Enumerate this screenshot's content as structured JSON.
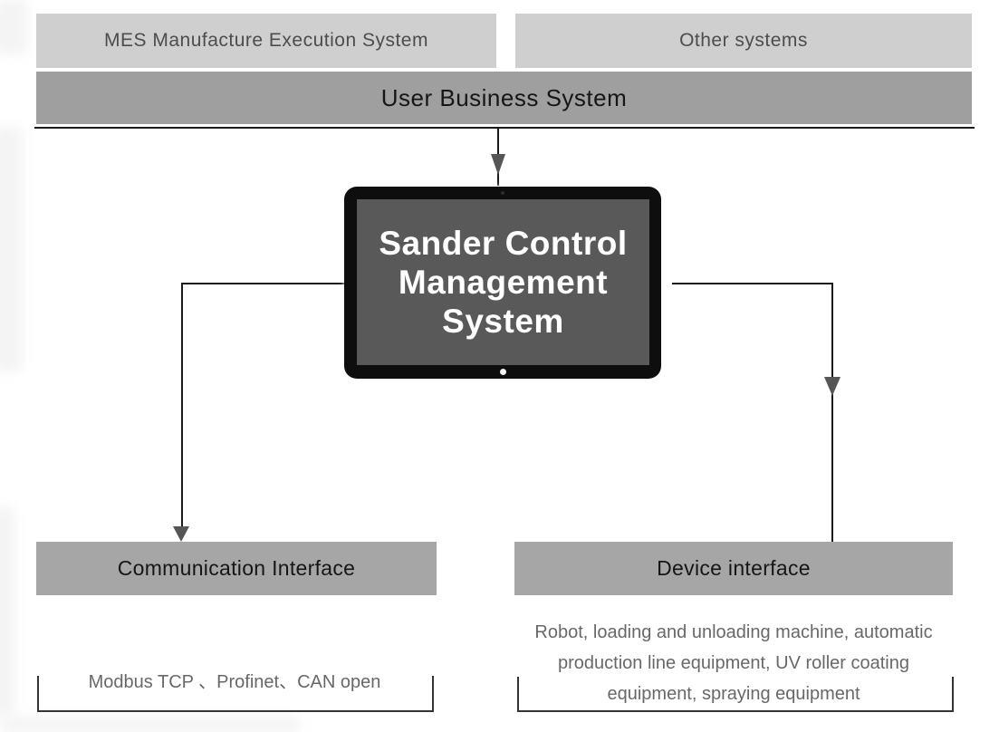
{
  "colors": {
    "light_box": "#cfcfcf",
    "bar": "#9f9f9f",
    "interface_box": "#a6a6a6",
    "screen": "#595959",
    "frame": "#0e0e0e",
    "line": "#1a1a1a",
    "arrow": "#565656",
    "muted_text": "#686868",
    "dark_text": "#161616",
    "box_text": "#4d4d4d"
  },
  "top_row": {
    "mes_label": "MES Manufacture Execution System",
    "other_label": "Other systems"
  },
  "business_bar": {
    "label": "User Business System"
  },
  "monitor": {
    "title": "Sander Control Management System"
  },
  "left_branch": {
    "box_label": "Communication Interface",
    "protocols": "Modbus TCP 、Profinet、CAN open"
  },
  "right_branch": {
    "box_label": "Device interface",
    "devices": "Robot, loading and unloading machine, automatic production line equipment, UV roller coating equipment, spraying equipment"
  }
}
